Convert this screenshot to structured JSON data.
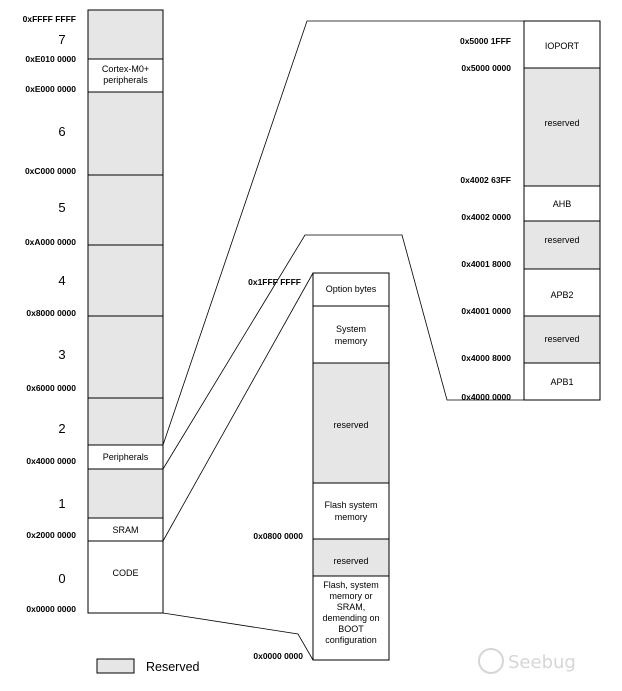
{
  "colors": {
    "reserved_fill": "#e6e6e6",
    "block_fill": "#ffffff",
    "line": "#000000",
    "watermark": "#d6d6d6"
  },
  "main_map": {
    "regions": [
      {
        "number": "7"
      },
      {
        "number": "6"
      },
      {
        "number": "5"
      },
      {
        "number": "4"
      },
      {
        "number": "3"
      },
      {
        "number": "2"
      },
      {
        "number": "1"
      },
      {
        "number": "0"
      }
    ],
    "addresses": [
      "0xFFFF FFFF",
      "0xE010 0000",
      "0xE000 0000",
      "0xC000 0000",
      "0xA000 0000",
      "0x8000 0000",
      "0x6000 0000",
      "0x4000 0000",
      "0x2000 0000",
      "0x0000 0000"
    ],
    "blocks": [
      {
        "label": "",
        "reserved": true
      },
      {
        "label": "Cortex-M0+\nperipherals",
        "reserved": false
      },
      {
        "label": "",
        "reserved": true
      },
      {
        "label": "",
        "reserved": true
      },
      {
        "label": "",
        "reserved": true
      },
      {
        "label": "",
        "reserved": true
      },
      {
        "label": "",
        "reserved": true
      },
      {
        "label": "Peripherals",
        "reserved": false
      },
      {
        "label": "",
        "reserved": true
      },
      {
        "label": "SRAM",
        "reserved": false
      },
      {
        "label": "CODE",
        "reserved": false
      }
    ]
  },
  "code_map": {
    "addresses": [
      "0x1FFF FFFF",
      "0x0800 0000",
      "0x0000 0000"
    ],
    "blocks": [
      {
        "label": "Option bytes",
        "reserved": false
      },
      {
        "label": "System\nmemory",
        "reserved": false
      },
      {
        "label": "reserved",
        "reserved": true
      },
      {
        "label": "Flash system\nmemory",
        "reserved": false
      },
      {
        "label": "reserved",
        "reserved": true
      },
      {
        "label": "Flash, system\nmemory or\nSRAM,\ndemending on\nBOOT\nconfiguration",
        "reserved": false
      }
    ]
  },
  "periph_map": {
    "addresses": [
      "0x5000 1FFF",
      "0x5000 0000",
      "0x4002 63FF",
      "0x4002 0000",
      "0x4001 8000",
      "0x4001 0000",
      "0x4000 8000",
      "0x4000 0000"
    ],
    "blocks": [
      {
        "label": "IOPORT",
        "reserved": false
      },
      {
        "label": "reserved",
        "reserved": true
      },
      {
        "label": "AHB",
        "reserved": false
      },
      {
        "label": "reserved",
        "reserved": true
      },
      {
        "label": "APB2",
        "reserved": false
      },
      {
        "label": "reserved",
        "reserved": true
      },
      {
        "label": "APB1",
        "reserved": false
      }
    ]
  },
  "legend": {
    "label": "Reserved"
  },
  "watermark": {
    "text": "Seebug"
  }
}
